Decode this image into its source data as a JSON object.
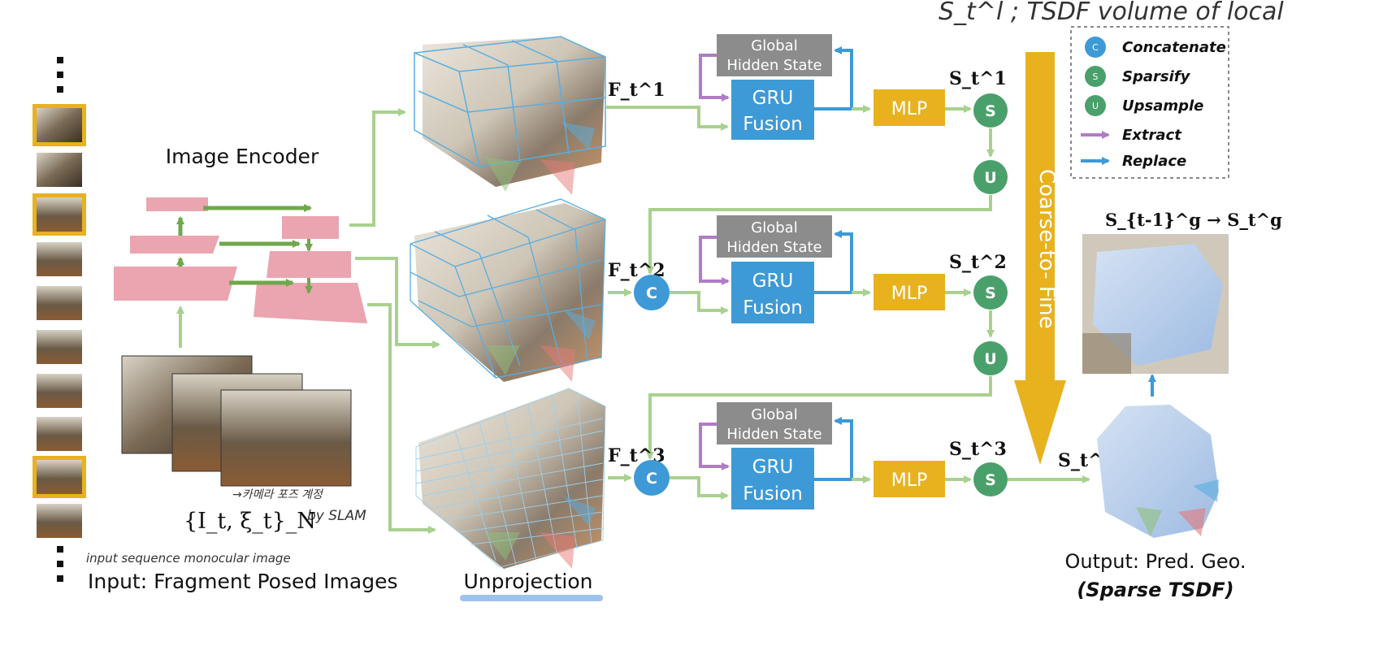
{
  "header_note": "S_t^l ; TSDF volume of local",
  "encoder": {
    "title": "Image Encoder"
  },
  "input": {
    "label": "Input: Fragment Posed Images",
    "formula": "{I_t, ξ_t}_N",
    "note_pose": "→카메라 포즈 계정",
    "note_slam": "by SLAM",
    "note_seq": "input sequence monocular image"
  },
  "unprojection": {
    "label": "Unprojection"
  },
  "levels": [
    {
      "feature": "F_t^1",
      "state_top": "Global",
      "state_bottom": "Hidden State",
      "gru_top": "GRU",
      "gru_bottom": "Fusion",
      "mlp": "MLP",
      "output": "S_t^1",
      "concat": "",
      "sparsify": "S",
      "upsample": "U"
    },
    {
      "feature": "F_t^2",
      "state_top": "Global",
      "state_bottom": "Hidden State",
      "gru_top": "GRU",
      "gru_bottom": "Fusion",
      "mlp": "MLP",
      "output": "S_t^2",
      "concat": "C",
      "sparsify": "S",
      "upsample": "U"
    },
    {
      "feature": "F_t^3",
      "state_top": "Global",
      "state_bottom": "Hidden State",
      "gru_top": "GRU",
      "gru_bottom": "Fusion",
      "mlp": "MLP",
      "output": "S_t^3",
      "concat": "C",
      "sparsify": "S",
      "upsample": ""
    }
  ],
  "coarse_to_fine": "Coarse-to- Fine",
  "legend": {
    "items": [
      {
        "badge": "C",
        "label": "Concatenate",
        "color": "#3d9ad6"
      },
      {
        "badge": "S",
        "label": "Sparsify",
        "color": "#4aa06a"
      },
      {
        "badge": "U",
        "label": "Upsample",
        "color": "#4aa06a"
      },
      {
        "badge": "",
        "label": "Extract",
        "color": "#b07cc6"
      },
      {
        "badge": "",
        "label": "Replace",
        "color": "#3d9ad6"
      }
    ]
  },
  "global_update": "S_{t-1}^g → S_t^g",
  "local_output": "S_t^l",
  "output": {
    "line1": "Output: Pred. Geo.",
    "line2": "(Sparse TSDF)"
  },
  "colors": {
    "green_arrow": "#a9d18e",
    "blue_box": "#3d9ad6",
    "gray_box": "#8c8c8c",
    "mlp_box": "#e8b21f",
    "node_blue": "#3d9ad6",
    "node_green": "#4aa06a",
    "pink": "#eaa5b0",
    "purple": "#b07cc6",
    "big_arrow": "#e8b21f"
  }
}
